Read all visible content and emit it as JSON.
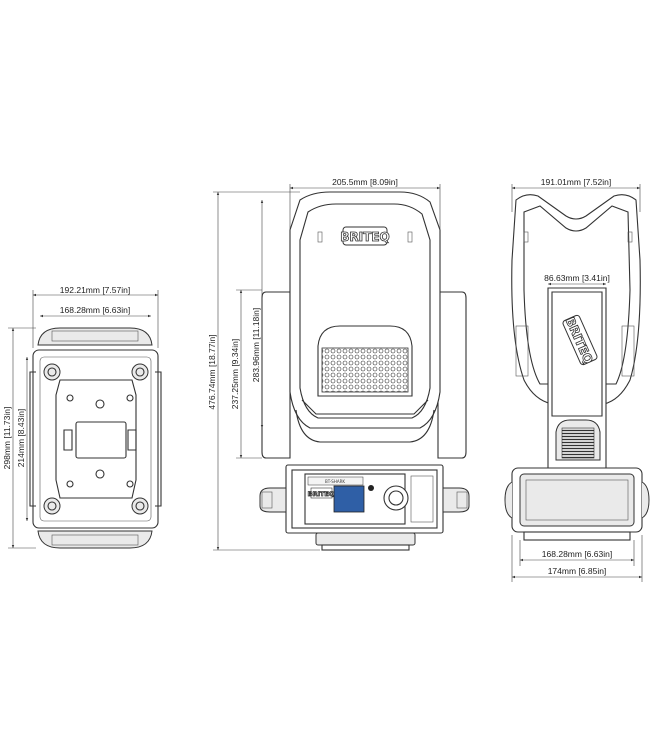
{
  "brand": "BRITEQ",
  "panel_model": "BT-SHARK",
  "dimensions": {
    "front_width": "205.5mm [8.09in]",
    "side_width": "191.01mm [7.52in]",
    "side_arm_width": "86.63mm [3.41in]",
    "bottom_width": "192.21mm [7.57in]",
    "bottom_inner_width": "168.28mm [6.63in]",
    "side_base_width": "168.28mm [6.63in]",
    "side_total_width": "174mm [6.85in]",
    "total_height": "476.74mm [18.77in]",
    "head_height": "237.25mm [9.34in]",
    "head_inner_height": "283.96mm [11.18in]",
    "bottom_depth": "298mm [11.73in]",
    "bottom_inner_depth": "214mm [8.43in]"
  },
  "colors": {
    "line": "#333333",
    "lcd": "#2f5fa6",
    "panel_fill": "#ffffff"
  }
}
